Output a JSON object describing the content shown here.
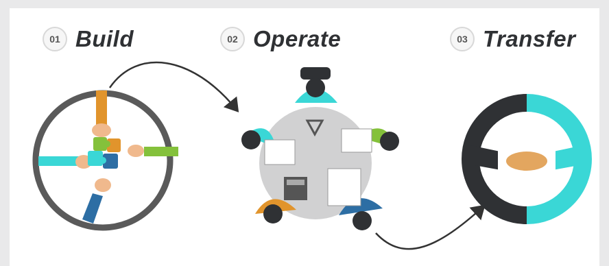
{
  "steps": [
    {
      "number": "01",
      "title": "Build"
    },
    {
      "number": "02",
      "title": "Operate"
    },
    {
      "number": "03",
      "title": "Transfer"
    }
  ],
  "colors": {
    "dark": "#2f3134",
    "teal": "#3ad7d6",
    "green": "#84c13b",
    "orange": "#e1942c",
    "blue": "#2d6ea4",
    "table": "#cfcfd0",
    "ring": "#5a5a5a"
  },
  "icons": [
    "puzzle-hands-icon",
    "meeting-table-icon",
    "handshake-icon",
    "curved-arrow-icon"
  ]
}
